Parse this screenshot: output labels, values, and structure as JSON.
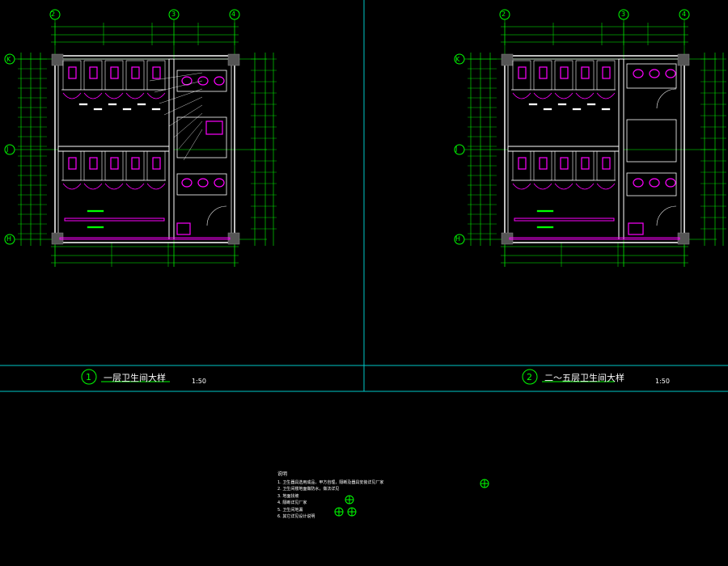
{
  "drawing_1": {
    "number": "1",
    "title": "一层卫生间大样",
    "scale": "1:50",
    "grid_top": [
      "2",
      "3",
      "4"
    ],
    "grid_left": [
      "K",
      "J",
      "H"
    ]
  },
  "drawing_2": {
    "number": "2",
    "title": "二～五层卫生间大样",
    "scale": "1:50",
    "grid_top": [
      "2",
      "3",
      "4"
    ],
    "grid_left": [
      "K",
      "J",
      "H"
    ]
  },
  "notes": {
    "heading": "说明",
    "items": [
      "1. 卫生器具选用成品，甲方自理，隔断及器具安装详见厂家",
      "2. 卫生间楼地面做防水，做法详见",
      "3. 地面找坡",
      "4. 隔断详见厂家",
      "5. 卫生间地漏",
      "6. 其它详见设计说明"
    ]
  },
  "colors": {
    "background": "#000000",
    "wall": "#ffffff",
    "dimension": "#00ff00",
    "fixture": "#ff00ff",
    "grid": "#00ff00",
    "frame": "#00c8c8"
  }
}
